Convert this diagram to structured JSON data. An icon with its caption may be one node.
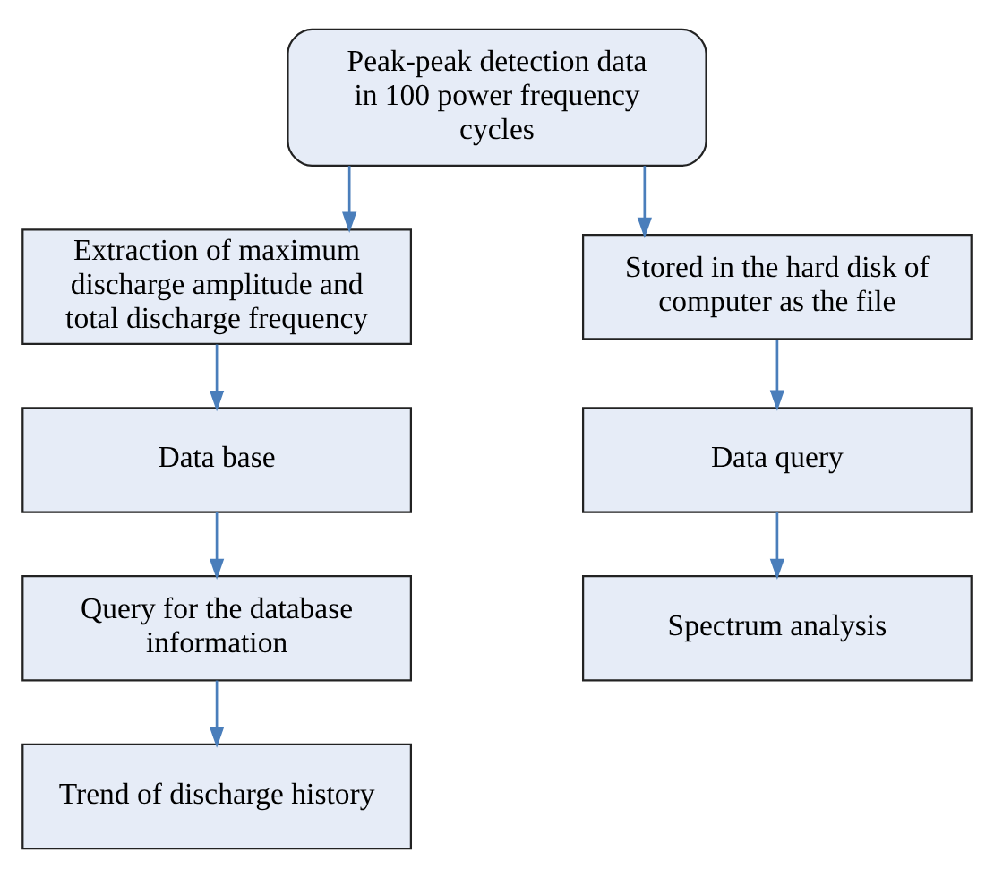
{
  "diagram": {
    "nodes": [
      {
        "text": [
          "Peak-peak detection data in 100 power frequency cycles"
        ]
      },
      {
        "text": [
          "Extraction of maximum discharge amplitude and total discharge frequency"
        ]
      },
      {
        "text": [
          "Data base"
        ]
      },
      {
        "text": [
          "Query for the database information"
        ]
      },
      {
        "text": [
          "Trend of discharge history"
        ]
      },
      {
        "text": [
          "Stored in the hard disk of computer as the file"
        ]
      },
      {
        "text": [
          "Data query"
        ]
      },
      {
        "text": [
          "Spectrum analysis"
        ]
      }
    ],
    "edges": [
      {
        "from": 0,
        "to": 1,
        "arrow": "to"
      },
      {
        "from": 0,
        "to": 5,
        "arrow": "to"
      },
      {
        "from": 1,
        "to": 2,
        "arrow": "to"
      },
      {
        "from": 2,
        "to": 3,
        "arrow": "to"
      },
      {
        "from": 3,
        "to": 4,
        "arrow": "to"
      },
      {
        "from": 5,
        "to": 6,
        "arrow": "to"
      },
      {
        "from": 6,
        "to": 7,
        "arrow": "to"
      }
    ]
  }
}
